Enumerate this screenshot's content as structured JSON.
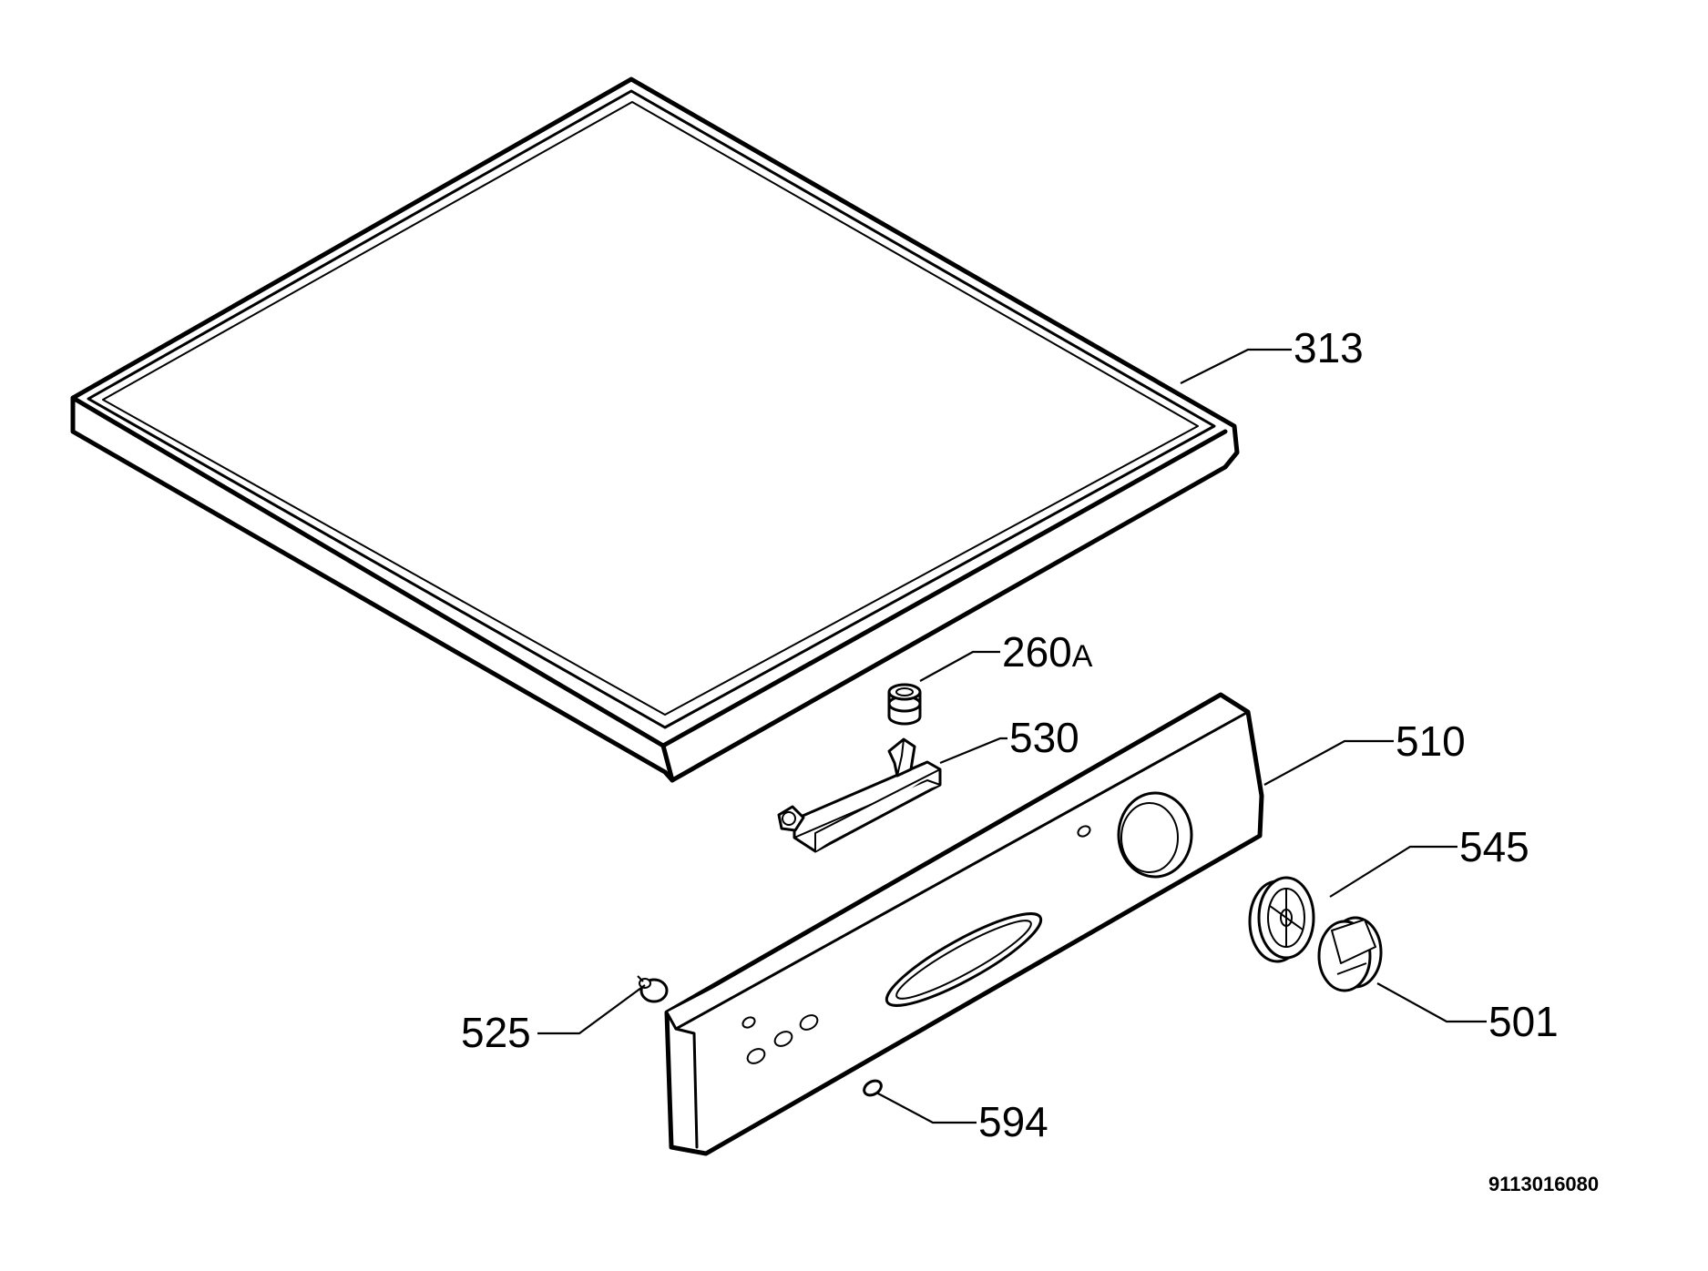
{
  "diagram": {
    "callouts": {
      "p313": "313",
      "p260": "260",
      "p260_suffix": "A",
      "p530": "530",
      "p510": "510",
      "p545": "545",
      "p501": "501",
      "p525": "525",
      "p594": "594"
    },
    "document_number": "9113016080",
    "colors": {
      "line": "#000000",
      "background": "#ffffff"
    }
  }
}
